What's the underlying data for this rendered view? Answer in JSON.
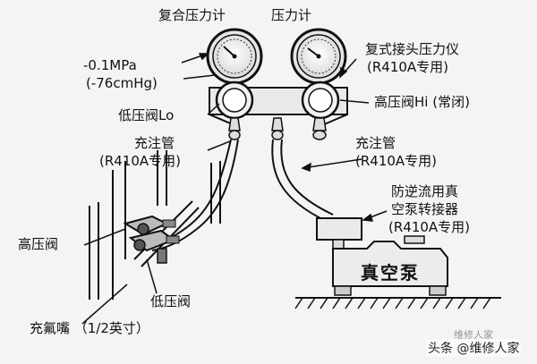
{
  "labels": {
    "compound_gauge": "复合压力计",
    "pressure_gauge": "压力计",
    "gauge_manifold": [
      "复式接头压力仪",
      "(R410A专用)"
    ],
    "vacuum_reading": [
      "-0.1MPa",
      "(-76cmHg)"
    ],
    "low_valve": "低压阀Lo",
    "high_valve": "高压阀Hi (常闭)",
    "charge_hose_left": [
      "充注管",
      "(R410A专用)"
    ],
    "charge_hose_right": [
      "充注管",
      "(R410A专用)"
    ],
    "check_valve_adapter": [
      "防逆流用真",
      "空泵转接器",
      "(R410A专用)"
    ],
    "high_pressure_valve": "高压阀",
    "low_pressure_valve": "低压阀",
    "charge_port": "充氟嘴 （1/2英寸）",
    "vacuum_pump": "真空泵"
  },
  "watermark": {
    "text": "头条 @维修人家",
    "faint": "维修人家"
  }
}
